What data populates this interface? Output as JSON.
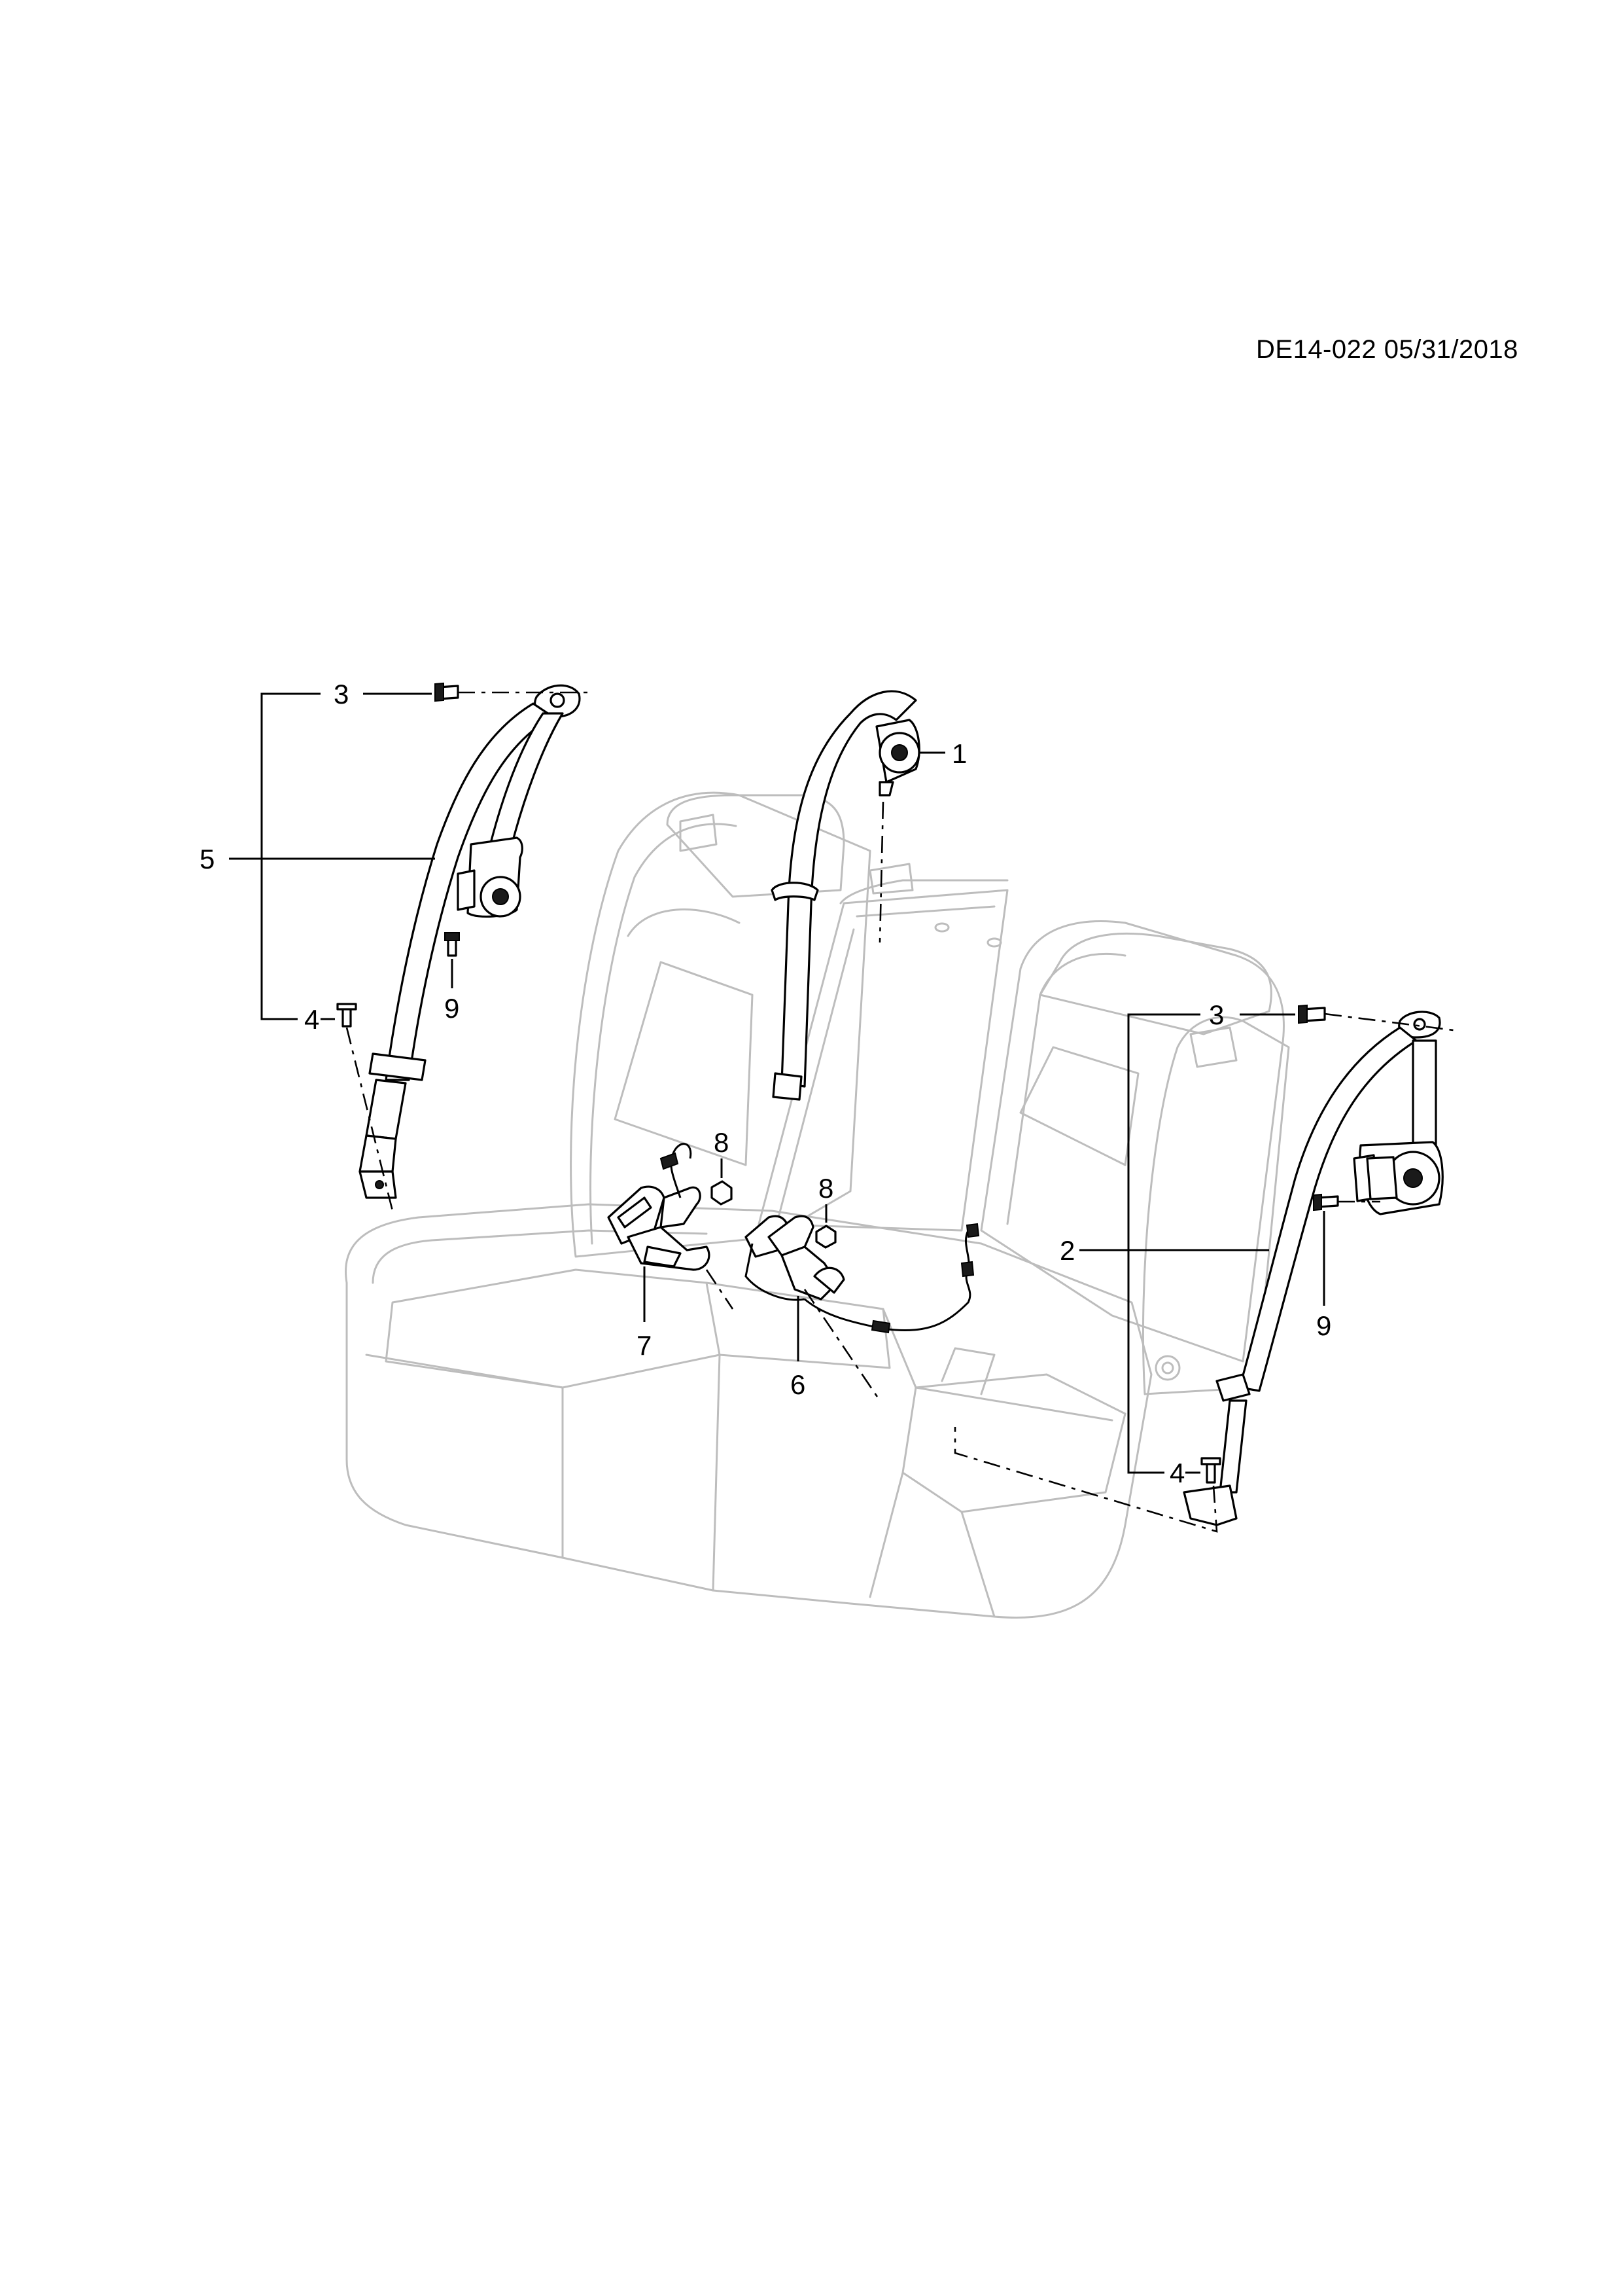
{
  "header": {
    "reference": "DE14-022 05/31/2018"
  },
  "callouts": {
    "c1": "1",
    "c2": "2",
    "c3_left": "3",
    "c3_right": "3",
    "c4_left": "4",
    "c4_right": "4",
    "c5": "5",
    "c6": "6",
    "c7": "7",
    "c8_left": "8",
    "c8_center": "8",
    "c9_left": "9",
    "c9_right": "9"
  }
}
